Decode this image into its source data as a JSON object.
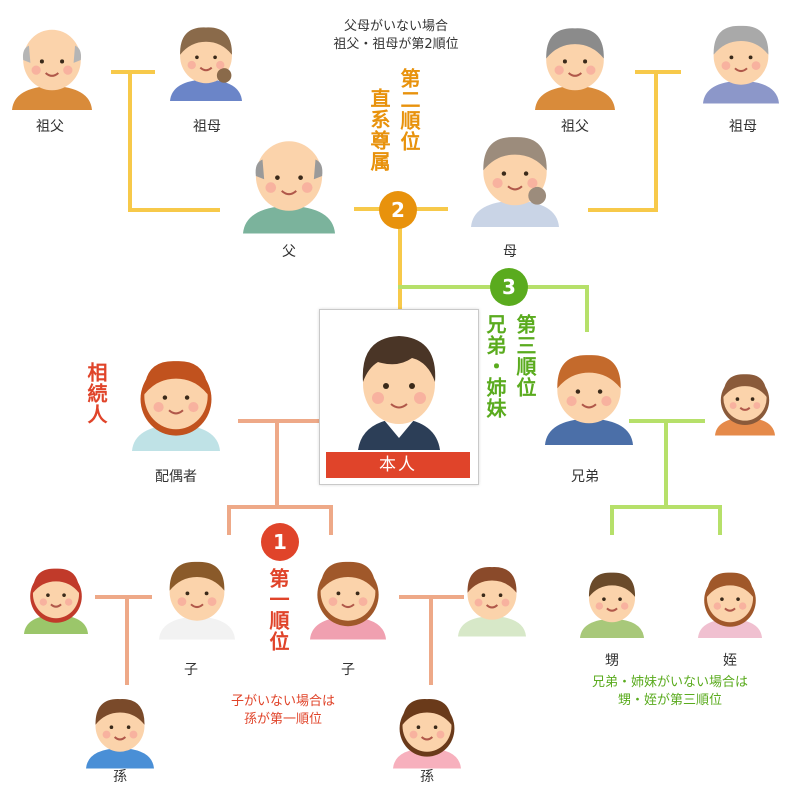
{
  "persons": {
    "grandfather_paternal": "祖父",
    "grandmother_paternal": "祖母",
    "grandfather_maternal": "祖父",
    "grandmother_maternal": "祖母",
    "father": "父",
    "mother": "母",
    "spouse": "配偶者",
    "self": "本人",
    "sibling": "兄弟",
    "child_1": "子",
    "child_2": "子",
    "grandchild_1": "孫",
    "grandchild_2": "孫",
    "nephew": "甥",
    "niece": "姪"
  },
  "ranks": {
    "first": {
      "number": "1",
      "label": "第一順位",
      "color": "#e0442a"
    },
    "second": {
      "number": "2",
      "label_title": "第二順位",
      "label_group": "直系尊属",
      "color": "#e8920c"
    },
    "third": {
      "number": "3",
      "label_title": "第三順位",
      "label_group": "兄弟・姉妹",
      "color": "#5aab1e"
    }
  },
  "spouse_note": "相続人",
  "notes": {
    "second": [
      "父母がいない場合",
      "祖父・祖母が第2順位"
    ],
    "first": [
      "子がいない場合は",
      "孫が第一順位"
    ],
    "third": [
      "兄弟・姉妹がいない場合は",
      "甥・姪が第三順位"
    ]
  },
  "colors": {
    "line_second": "#f7c94a",
    "line_first": "#eea988",
    "line_third": "#b6e06a",
    "text_second": "#e8920c",
    "text_first": "#e0442a",
    "text_third": "#5aab1e"
  }
}
